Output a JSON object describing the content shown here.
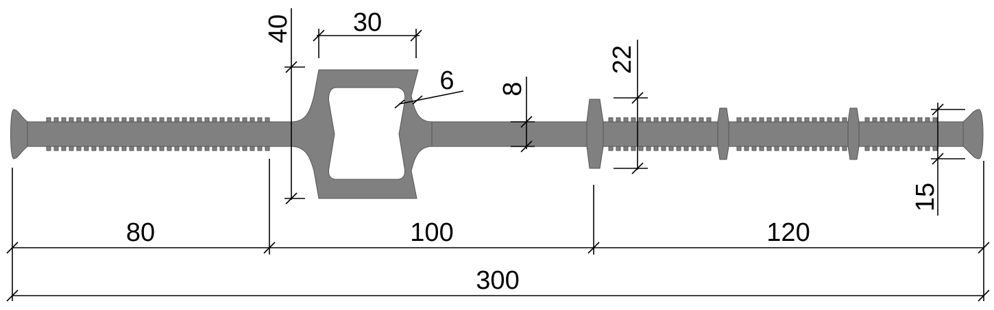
{
  "drawing": {
    "dimensions": {
      "overall_width": "300",
      "left_segment": "80",
      "center_segment": "100",
      "right_segment": "120",
      "bulb_height": "40",
      "bulb_width": "30",
      "wall_thickness": "6",
      "web_thickness": "8",
      "rib_height": "22",
      "end_bulb_height": "15"
    },
    "colors": {
      "profile_fill": "#808080",
      "line": "#000000",
      "background": "#ffffff"
    }
  }
}
